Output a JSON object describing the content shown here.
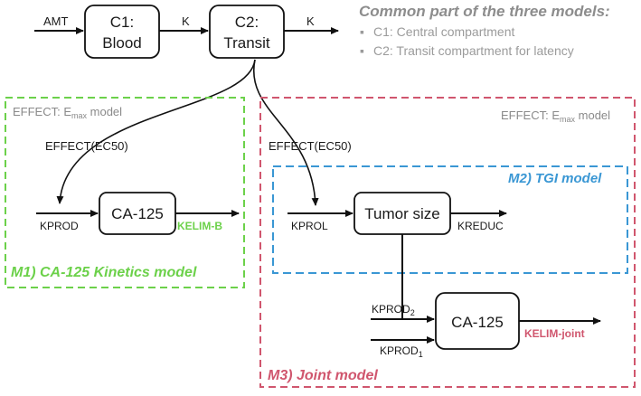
{
  "top": {
    "input_label": "AMT",
    "c1_line1": "C1:",
    "c1_line2": "Blood",
    "k1": "K",
    "c2_line1": "C2:",
    "c2_line2": "Transit",
    "k2": "K"
  },
  "common": {
    "heading": "Common part of the three models:",
    "items": [
      "C1: Central compartment",
      "C2: Transit compartment for latency"
    ],
    "bullet": "▪"
  },
  "m1": {
    "effect_prefix": "EFFECT: E",
    "effect_sub": "max",
    "effect_suffix": " model",
    "effect_label": "EFFECT(EC50)",
    "kprod": "KPROD",
    "box": "CA-125",
    "kelim": "KELIM-B",
    "title": "M1) CA-125 Kinetics model"
  },
  "m3": {
    "effect_prefix": "EFFECT: E",
    "effect_sub": "max",
    "effect_suffix": " model",
    "effect_label": "EFFECT(EC50)",
    "kprod2": "KPROD",
    "kprod2_sub": "2",
    "kprod1": "KPROD",
    "kprod1_sub": "1",
    "box": "CA-125",
    "kelim": "KELIM-joint",
    "title": "M3) Joint model"
  },
  "m2": {
    "title": "M2) TGI model",
    "kprol": "KPROL",
    "box": "Tumor size",
    "kreduc": "KREDUC"
  },
  "colors": {
    "green": "#6cd14a",
    "blue": "#3a97d4",
    "red": "#d0566e",
    "grey": "#8d8d8d"
  }
}
